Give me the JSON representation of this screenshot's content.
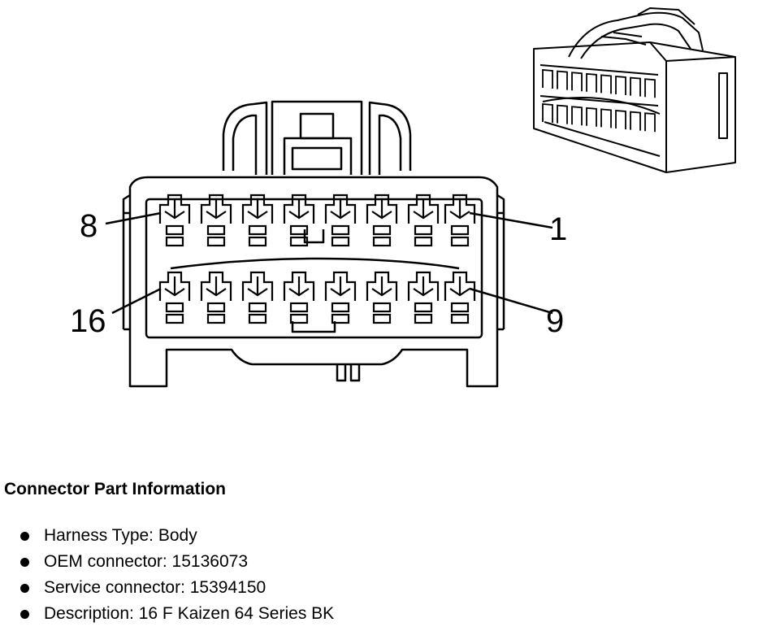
{
  "pins": {
    "top_left": "8",
    "top_right": "1",
    "bottom_left": "16",
    "bottom_right": "9"
  },
  "connector_info": {
    "title": "Connector Part Information",
    "items": [
      "Harness Type: Body",
      "OEM connector: 15136073",
      "Service connector: 15394150",
      "Description: 16 F Kaizen 64 Series BK"
    ]
  }
}
